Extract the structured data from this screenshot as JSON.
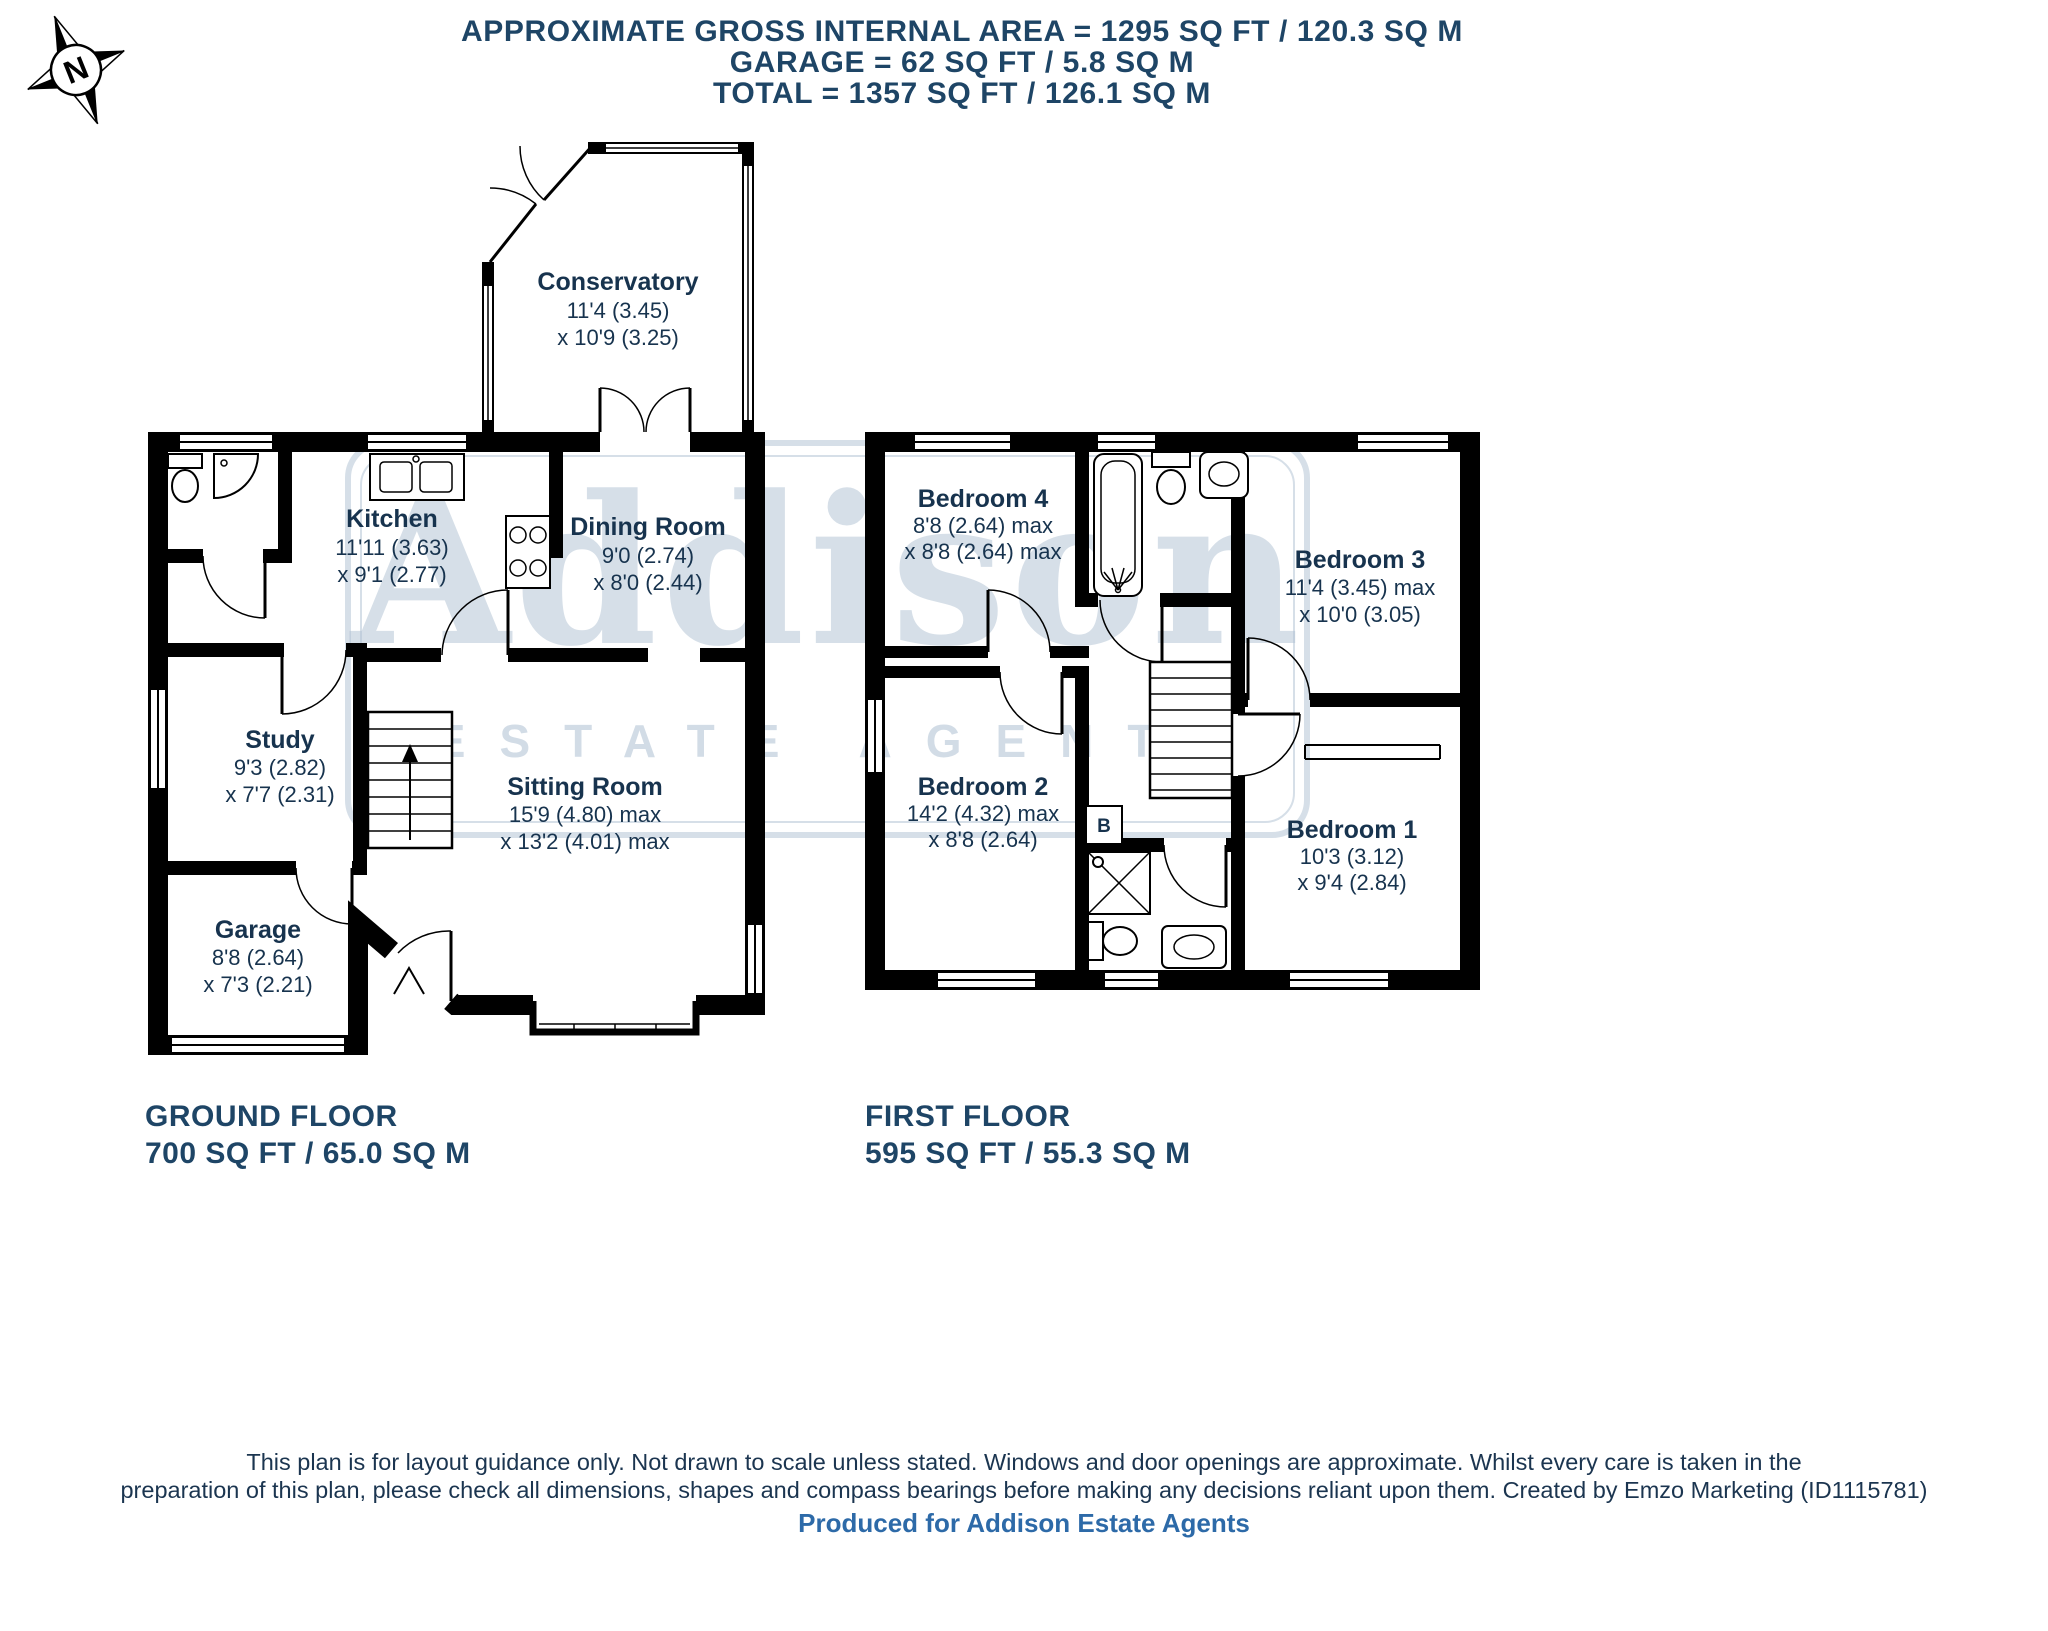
{
  "header": {
    "line1": "APPROXIMATE GROSS INTERNAL AREA = 1295 SQ FT / 120.3 SQ M",
    "line2": "GARAGE = 62 SQ FT / 5.8 SQ M",
    "line3": "TOTAL = 1357 SQ FT / 126.1 SQ M"
  },
  "compass": {
    "north_label": "N"
  },
  "watermark": {
    "name": "Addison",
    "tagline": "ESTATE AGENTS"
  },
  "ground_floor": {
    "title": "GROUND FLOOR",
    "area": "700 SQ FT / 65.0 SQ M",
    "rooms": [
      {
        "name": "Conservatory",
        "dim1": "11'4 (3.45)",
        "dim2": "x 10'9 (3.25)"
      },
      {
        "name": "Kitchen",
        "dim1": "11'11 (3.63)",
        "dim2": "x 9'1 (2.77)"
      },
      {
        "name": "Dining Room",
        "dim1": "9'0 (2.74)",
        "dim2": "x 8'0 (2.44)"
      },
      {
        "name": "Study",
        "dim1": "9'3 (2.82)",
        "dim2": "x 7'7 (2.31)"
      },
      {
        "name": "Sitting Room",
        "dim1": "15'9 (4.80) max",
        "dim2": "x 13'2 (4.01) max"
      },
      {
        "name": "Garage",
        "dim1": "8'8 (2.64)",
        "dim2": "x 7'3 (2.21)"
      }
    ]
  },
  "first_floor": {
    "title": "FIRST FLOOR",
    "area": "595 SQ FT / 55.3 SQ M",
    "boiler": "B",
    "rooms": [
      {
        "name": "Bedroom 4",
        "dim1": "8'8 (2.64) max",
        "dim2": "x 8'8 (2.64) max"
      },
      {
        "name": "Bedroom 3",
        "dim1": "11'4 (3.45) max",
        "dim2": "x 10'0 (3.05)"
      },
      {
        "name": "Bedroom 2",
        "dim1": "14'2 (4.32) max",
        "dim2": "x 8'8 (2.64)"
      },
      {
        "name": "Bedroom 1",
        "dim1": "10'3 (3.12)",
        "dim2": "x 9'4 (2.84)"
      }
    ]
  },
  "footer": {
    "line1": "This plan is for layout guidance only. Not drawn to scale unless stated. Windows and door openings are approximate. Whilst every care is taken in the",
    "line2": "preparation of this plan, please check all dimensions, shapes and compass bearings before making any decisions reliant upon them. Created by Emzo Marketing (ID1115781)",
    "produced": "Produced for Addison Estate Agents"
  },
  "colors": {
    "heading": "#1e4566",
    "room_label": "#17334e",
    "wall": "#000000",
    "watermark": "#adbfd1",
    "produced_blue": "#2d6aa8"
  }
}
